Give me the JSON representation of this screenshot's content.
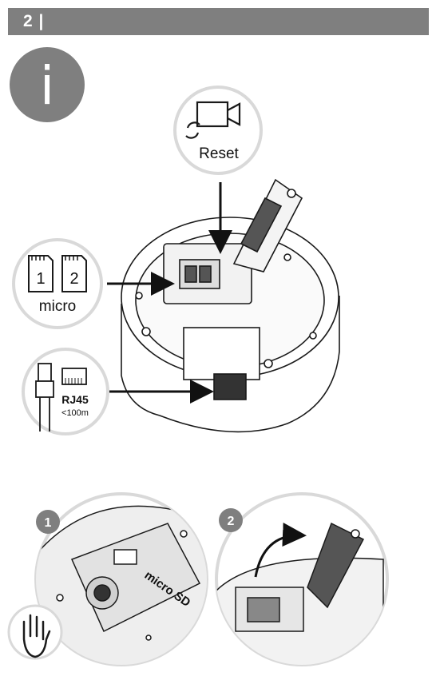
{
  "header": {
    "page_number": "2 |"
  },
  "info_icon": {
    "glyph": "i",
    "color": "#7f7f7f"
  },
  "callouts": {
    "reset": {
      "label": "Reset",
      "icon": "camera-reset-icon"
    },
    "sd_cards": {
      "slot1": "1",
      "slot2": "2",
      "label": "micro",
      "icon": "microsd-card-icon"
    },
    "network": {
      "label": "RJ45",
      "sublabel": "<100m",
      "icon": "ethernet-plug-icon"
    }
  },
  "steps": [
    {
      "number": "1",
      "hint": "hand-icon",
      "lid_text": "micro SD"
    },
    {
      "number": "2"
    }
  ],
  "colors": {
    "header_bg": "#7f7f7f",
    "badge_bg": "#7f7f7f",
    "callout_border": "#d9d9d9",
    "line": "#1a1a1a"
  }
}
